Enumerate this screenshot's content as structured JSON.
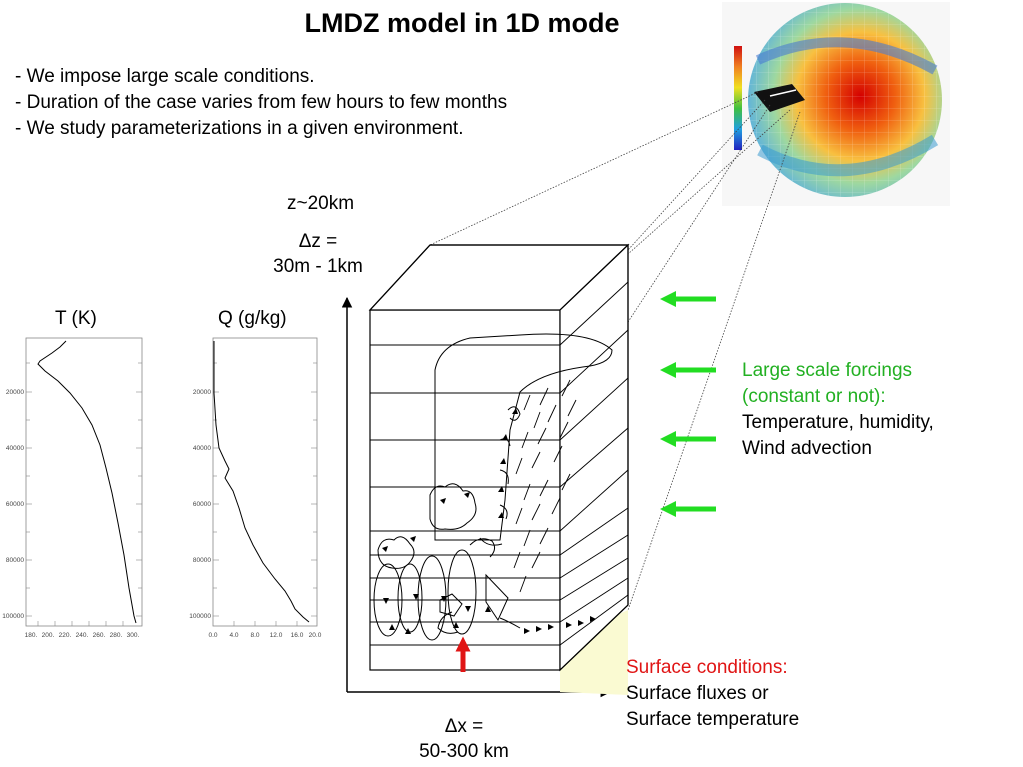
{
  "title": "LMDZ model in 1D mode",
  "bullets": [
    "- We impose large scale conditions.",
    "- Duration of the case varies from few hours to few months",
    "- We study parameterizations in a given environment."
  ],
  "labels": {
    "z_top": "z~20km",
    "dz_line1": "Δz =",
    "dz_line2": "30m - 1km",
    "dx_line1": "Δx =",
    "dx_line2": "50-300 km",
    "temp_axis": "T (K)",
    "q_axis": "Q (g/kg)"
  },
  "forcing": {
    "line1": "Large scale forcings",
    "line2": "(constant or not):",
    "line3": "Temperature, humidity,",
    "line4": "Wind advection"
  },
  "surface": {
    "line1": "Surface conditions:",
    "line2": "Surface fluxes or",
    "line3": "Surface temperature"
  },
  "profile_t": {
    "y_ticks": [
      "20000",
      "40000",
      "60000",
      "80000",
      "100000"
    ],
    "x_ticks": [
      "180.",
      "200.",
      "220.",
      "240.",
      "260.",
      "280.",
      "300."
    ]
  },
  "profile_q": {
    "y_ticks": [
      "20000",
      "40000",
      "60000",
      "80000",
      "100000"
    ],
    "x_ticks": [
      "0.0",
      "4.0",
      "8.0",
      "12.0",
      "16.0",
      "20.0"
    ]
  },
  "colors": {
    "forcing_text": "#22b022",
    "forcing_arrow": "#22dd22",
    "surface_title": "#e01515",
    "surface_arrow": "#e01515"
  }
}
